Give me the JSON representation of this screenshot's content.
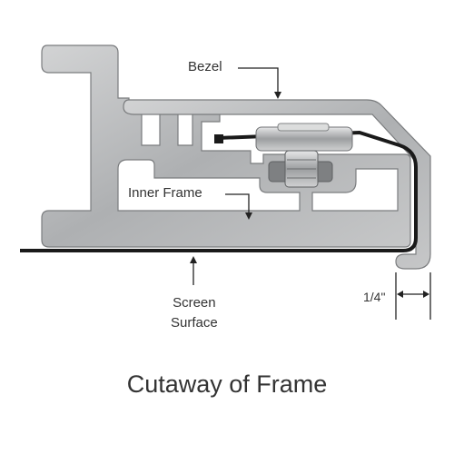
{
  "labels": {
    "bezel": "Bezel",
    "inner_frame": "Inner Frame",
    "screen_line1": "Screen",
    "screen_line2": "Surface",
    "dimension": "1/4\""
  },
  "caption": "Cutaway of Frame",
  "colors": {
    "aluminum_light": "#c9cacb",
    "aluminum_dark": "#8e9092",
    "edge": "#6f7173",
    "screen": "#1a1a1a",
    "fastener": "#b5b7b9",
    "annotation": "#222222"
  }
}
